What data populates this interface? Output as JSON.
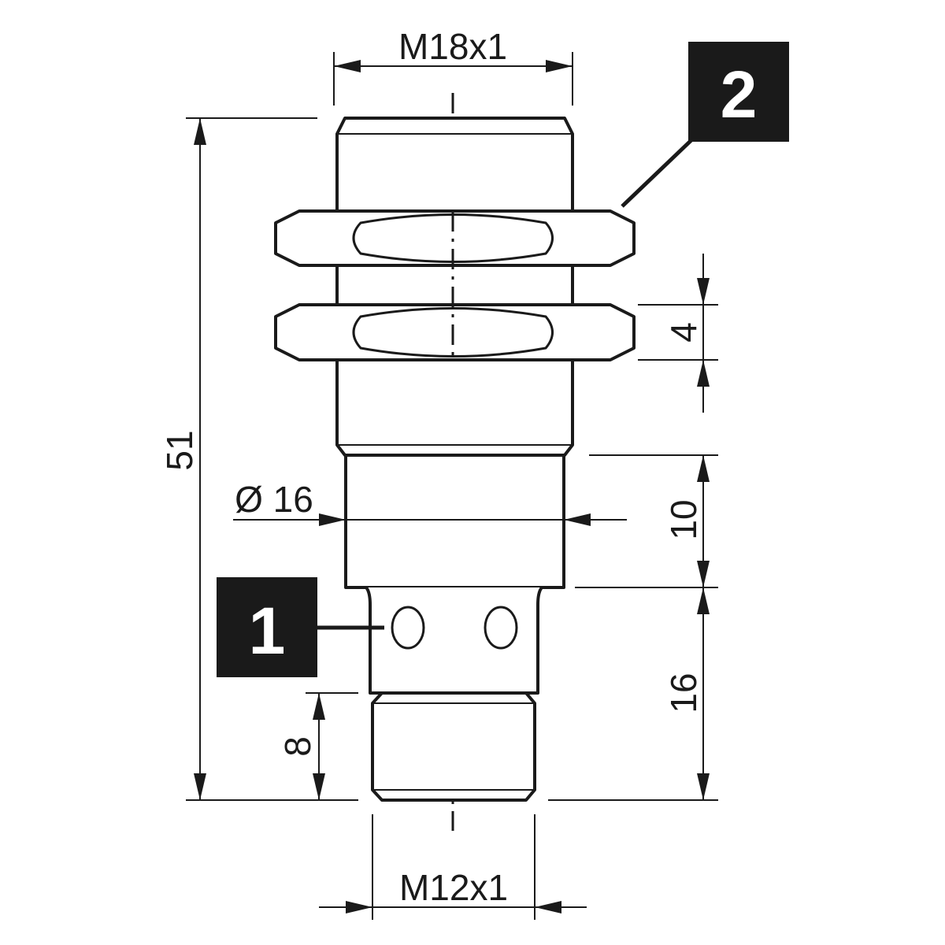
{
  "dimensions": {
    "thread_main": "M18x1",
    "thread_connector": "M12x1",
    "total_length": "51",
    "nut_width": "4",
    "diameter_label": "Ø 16",
    "plain_section_length": "10",
    "connector_length": "16",
    "connector_thread_length": "8"
  },
  "callouts": {
    "connector": "1",
    "nuts": "2"
  }
}
